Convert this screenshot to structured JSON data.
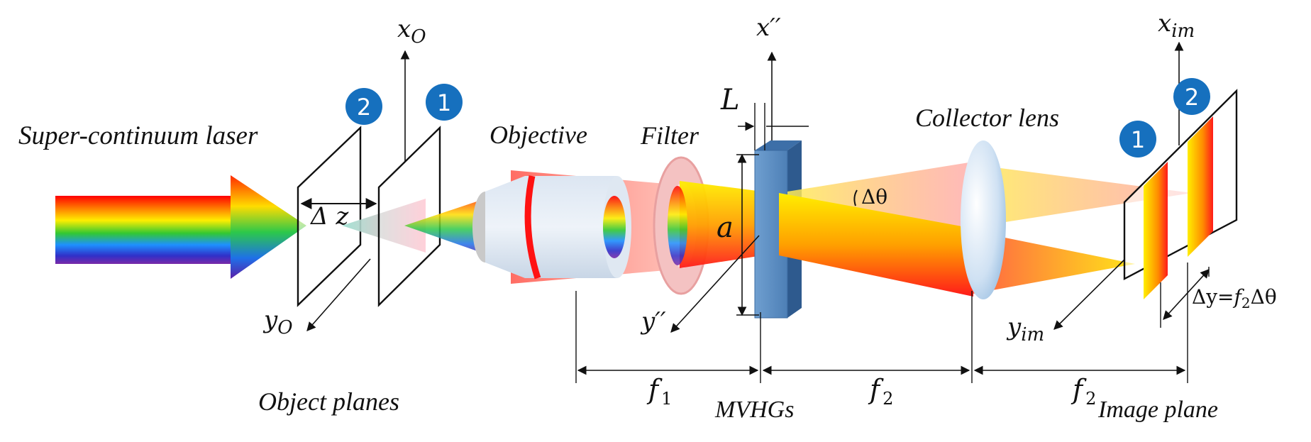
{
  "labels": {
    "laser": "Super-continuum laser",
    "objective": "Objective",
    "filter": "Filter",
    "collector": "Collector lens",
    "object_planes": "Object planes",
    "mvhgs": "MVHGs",
    "image_plane": "Image plane"
  },
  "math": {
    "xo_base": "x",
    "xo_sub": "O",
    "yo_base": "y",
    "yo_sub": "O",
    "xpp": "x′′",
    "ypp": "y′′",
    "xim_base": "x",
    "xim_sub": "im",
    "yim_base": "y",
    "yim_sub": "im",
    "L": "L",
    "a": "a",
    "delta_z": "Δ z",
    "delta_theta": "Δθ",
    "f1_base": "f",
    "f1_sub": "1",
    "f2a_base": "f",
    "f2a_sub": "2",
    "f2b_base": "f",
    "f2b_sub": "2",
    "dy_pre": "Δy=",
    "dy_f": "f",
    "dy_sub": "2",
    "dy_post": "Δθ"
  },
  "badges": {
    "obj_1": "1",
    "obj_2": "2",
    "img_1": "1",
    "img_2": "2"
  },
  "colors": {
    "badge_blue": "#1670be",
    "grating_blue": "#5b8ec4",
    "filter_pink": "#f2b8b8",
    "lens_blue": "#a9c8e6",
    "stripe_red": "#ff1a1a",
    "stripe_yellow": "#ffee00"
  }
}
